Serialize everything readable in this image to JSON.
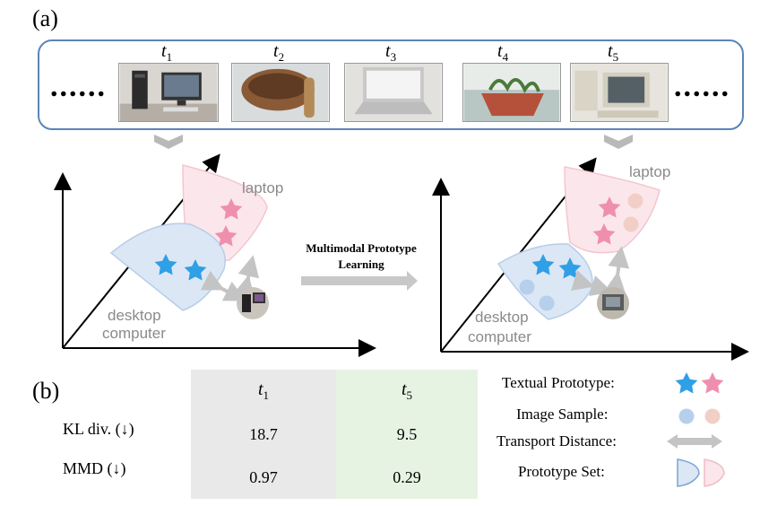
{
  "panel_a": {
    "label": "(a)",
    "dots_left": "......",
    "dots_right": "......",
    "timesteps": [
      {
        "t": "t",
        "sub": "1"
      },
      {
        "t": "t",
        "sub": "2"
      },
      {
        "t": "t",
        "sub": "3"
      },
      {
        "t": "t",
        "sub": "4"
      },
      {
        "t": "t",
        "sub": "5"
      }
    ],
    "arrow_text_line1": "Multimodal Prototype",
    "arrow_text_line2": "Learning",
    "left_plot": {
      "laptop": "laptop",
      "desktop_line1": "desktop",
      "desktop_line2": "computer"
    },
    "right_plot": {
      "laptop": "laptop",
      "desktop_line1": "desktop",
      "desktop_line2": "computer"
    }
  },
  "panel_b": {
    "label": "(b)",
    "columns": [
      {
        "t": "t",
        "sub": "1"
      },
      {
        "t": "t",
        "sub": "5"
      }
    ],
    "rows": [
      {
        "label": "KL div. (↓)",
        "values": [
          "18.7",
          "9.5"
        ]
      },
      {
        "label": "MMD (↓)",
        "values": [
          "0.97",
          "0.29"
        ]
      }
    ],
    "legend": {
      "textual": "Textual  Prototype:",
      "image": "Image  Sample:",
      "transport": "Transport  Distance:",
      "prototype_set": "Prototype Set:"
    }
  },
  "colors": {
    "blue_star": "#2f9fe6",
    "pink_star": "#ef8fb0",
    "blue_region": "#dbe7f5",
    "pink_region": "#fbe7eb",
    "blue_dot": "#b6cfec",
    "pink_dot": "#f2cfc6",
    "frame": "#5b84b8"
  }
}
